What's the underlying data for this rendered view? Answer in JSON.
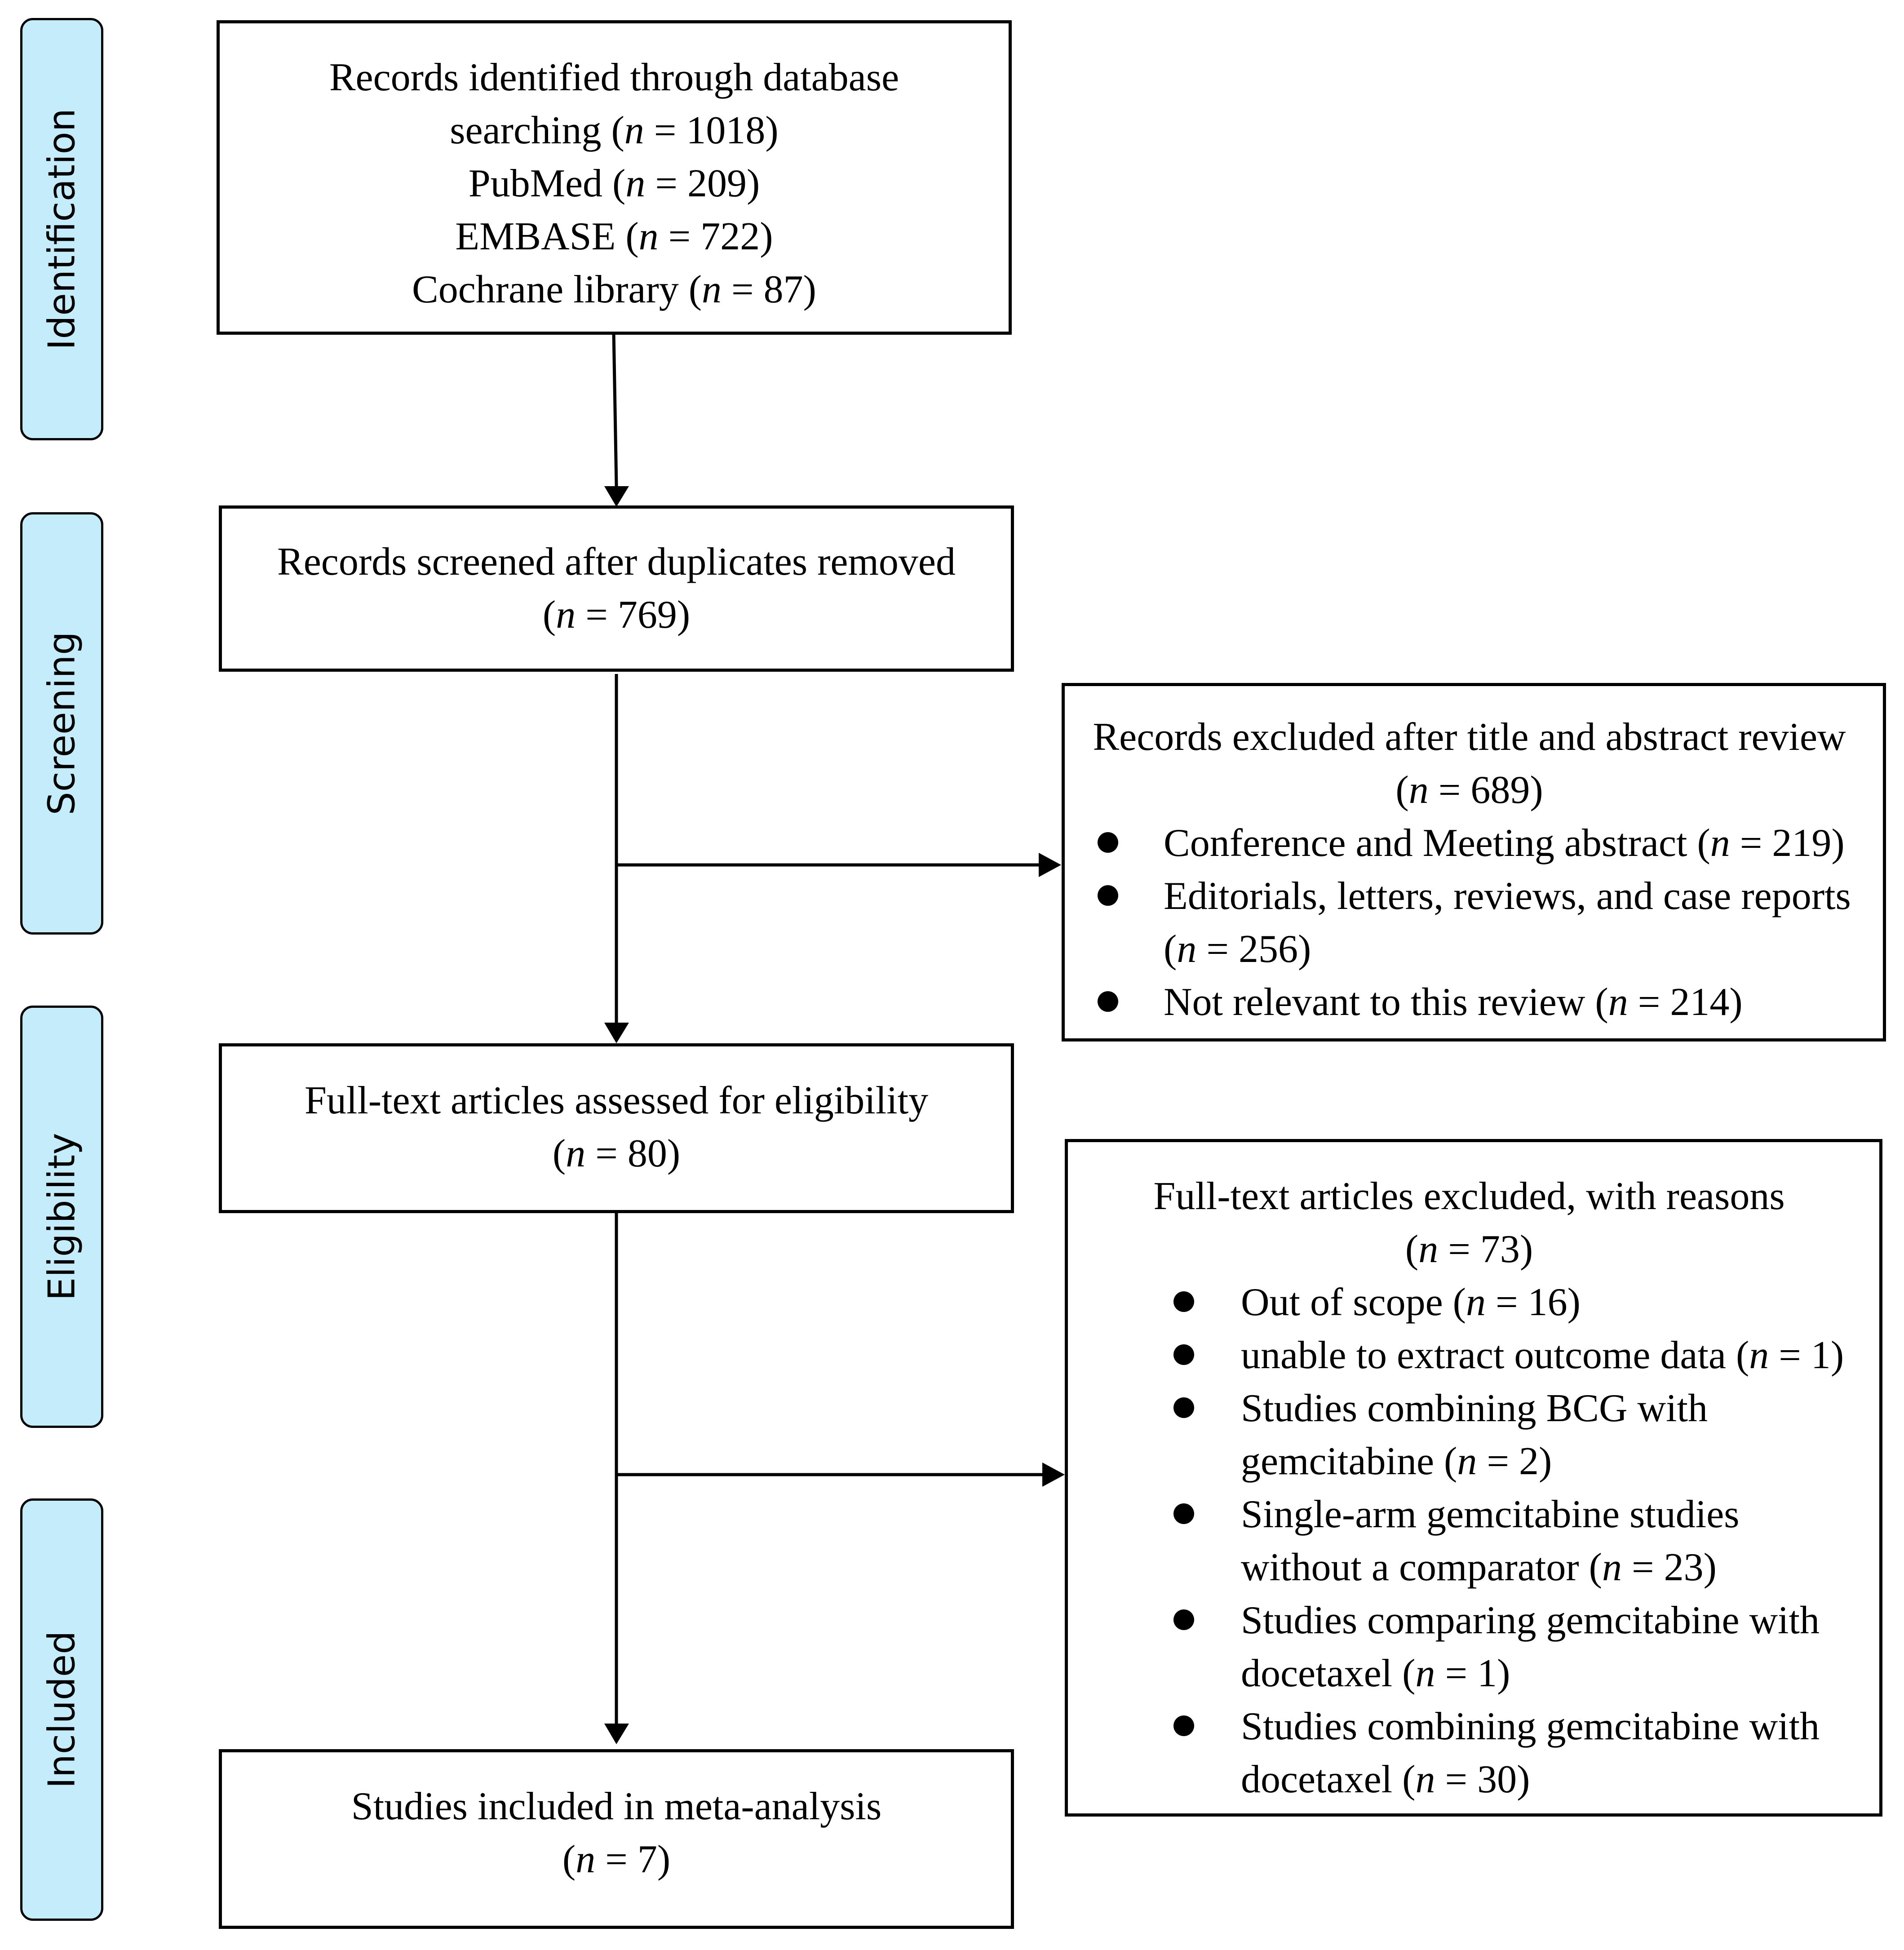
{
  "phases": {
    "identification": "Identification",
    "screening": "Screening",
    "eligibility": "Eligibility",
    "included": "Included"
  },
  "boxes": {
    "identified": {
      "line1": "Records identified through database",
      "line2_prefix": "searching (",
      "line2_n": "n",
      "line2_suffix": " = 1018)",
      "pubmed_prefix": "PubMed (",
      "pubmed_n": "n",
      "pubmed_suffix": " = 209)",
      "embase_prefix": "EMBASE (",
      "embase_n": "n",
      "embase_suffix": " = 722)",
      "cochrane_prefix": "Cochrane library (",
      "cochrane_n": "n",
      "cochrane_suffix": " = 87)"
    },
    "screened": {
      "line1": "Records screened after duplicates removed",
      "n_prefix": "(",
      "n_symbol": "n",
      "n_suffix": " = 769)"
    },
    "excluded_title_abstract": {
      "title": "Records excluded after title and abstract review",
      "n_prefix": "(",
      "n_symbol": "n",
      "n_suffix": " = 689)",
      "items": [
        {
          "text": "Conference and Meeting abstract (",
          "n": "n",
          "suffix": " = 219)",
          "cont": ""
        },
        {
          "text": "Editorials, letters, reviews, and case reports",
          "n": "",
          "suffix": "",
          "cont_prefix": "(",
          "cont_n": "n",
          "cont_suffix": " = 256)"
        },
        {
          "text": "Not relevant to this review (",
          "n": "n",
          "suffix": " = 214)",
          "cont": ""
        }
      ]
    },
    "fulltext": {
      "line1": "Full-text articles assessed for eligibility",
      "n_prefix": "(",
      "n_symbol": "n",
      "n_suffix": " = 80)"
    },
    "excluded_fulltext": {
      "title": "Full-text articles excluded, with reasons",
      "n_prefix": "(",
      "n_symbol": "n",
      "n_suffix": " = 73)",
      "items": [
        {
          "line1": "Out of scope (",
          "n": "n",
          "suffix": " = 16)"
        },
        {
          "line1": "unable to extract outcome data (",
          "n": "n",
          "suffix": " = 1)"
        },
        {
          "line1": "Studies combining BCG with",
          "line2": "gemcitabine (",
          "n": "n",
          "suffix": " = 2)"
        },
        {
          "line1": "Single-arm gemcitabine studies",
          "line2": "without a comparator (",
          "n": "n",
          "suffix": " = 23)"
        },
        {
          "line1": "Studies comparing gemcitabine with",
          "line2": "docetaxel (",
          "n": "n",
          "suffix": " = 1)"
        },
        {
          "line1": "Studies combining gemcitabine with",
          "line2": "docetaxel (",
          "n": "n",
          "suffix": " = 30)"
        }
      ]
    },
    "included": {
      "line1": "Studies included in meta-analysis",
      "n_prefix": "(",
      "n_symbol": "n",
      "n_suffix": " = 7)"
    }
  }
}
